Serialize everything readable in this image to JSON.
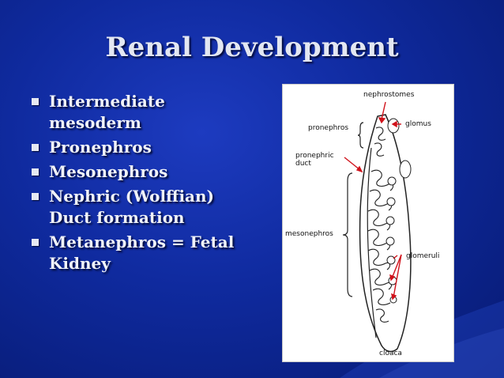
{
  "slide": {
    "title": "Renal Development",
    "bullets": [
      "Intermediate mesoderm",
      "Pronephros",
      "Mesonephros",
      "Nephric (Wolffian) Duct formation",
      "Metanephros = Fetal Kidney"
    ]
  },
  "figure": {
    "labels": {
      "nephrostomes": "nephrostomes",
      "pronephros": "pronephros",
      "glomus": "glomus",
      "pronephric_duct_line1": "pronephric",
      "pronephric_duct_line2": "duct",
      "mesonephros": "mesonephros",
      "glomeruli": "glomeruli",
      "cloaca": "cloaca"
    }
  },
  "colors": {
    "background": "#0f2a9e",
    "text": "#f0f2f8",
    "arrow": "#d0121b"
  }
}
